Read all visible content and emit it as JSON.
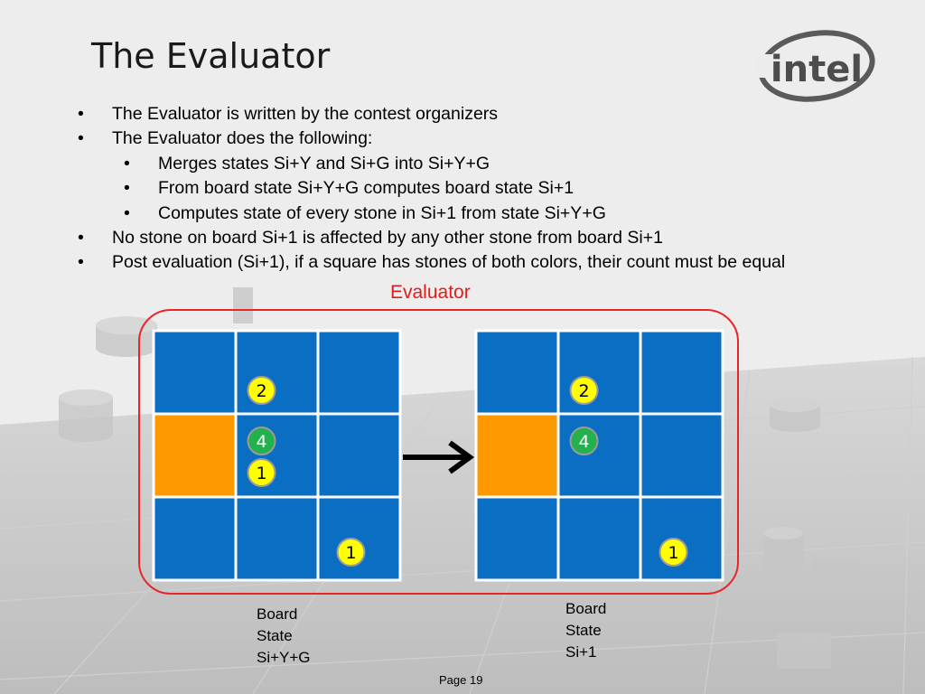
{
  "slide": {
    "title": "The Evaluator",
    "logo_text": "intel",
    "bullets": [
      {
        "level": 1,
        "marker": "•",
        "text": "The Evaluator is written by the contest organizers"
      },
      {
        "level": 1,
        "marker": "•",
        "text": "The Evaluator does the following:"
      },
      {
        "level": 2,
        "marker": "•",
        "text": "Merges states Si+Y and Si+G into Si+Y+G"
      },
      {
        "level": 2,
        "marker": "•",
        "text": "From board state Si+Y+G computes board state Si+1"
      },
      {
        "level": 2,
        "marker": "•",
        "text": "Computes state of every stone in Si+1 from state Si+Y+G"
      },
      {
        "level": 1,
        "marker": "•",
        "text": "No stone on board Si+1 is affected by any other stone from board Si+1"
      },
      {
        "level": 1,
        "marker": "•",
        "text": "Post evaluation (Si+1), if a square has stones of both colors, their count must be equal"
      }
    ],
    "evaluator_label": "Evaluator",
    "left_caption": [
      "Board",
      "State",
      "Si+Y+G"
    ],
    "right_caption": [
      "Board",
      "State",
      "Si+1"
    ],
    "page_label": "Page 19"
  },
  "boards": {
    "left": {
      "cells": [
        [
          "blue",
          "blue",
          "blue"
        ],
        [
          "orange",
          "blue",
          "blue"
        ],
        [
          "blue",
          "blue",
          "blue"
        ]
      ],
      "stones": [
        {
          "row": 0,
          "col": 1,
          "color": "yellow",
          "label": "2"
        },
        {
          "row": 1,
          "col": 1,
          "color": "green",
          "label": "4"
        },
        {
          "row": 1,
          "col": 1,
          "color": "yellow",
          "label": "1"
        },
        {
          "row": 2,
          "col": 2,
          "color": "yellow",
          "label": "1"
        }
      ]
    },
    "right": {
      "cells": [
        [
          "blue",
          "blue",
          "blue"
        ],
        [
          "orange",
          "blue",
          "blue"
        ],
        [
          "blue",
          "blue",
          "blue"
        ]
      ],
      "stones": [
        {
          "row": 0,
          "col": 1,
          "color": "yellow",
          "label": "2"
        },
        {
          "row": 1,
          "col": 1,
          "color": "green",
          "label": "4"
        },
        {
          "row": 2,
          "col": 2,
          "color": "yellow",
          "label": "1"
        }
      ]
    }
  },
  "colors": {
    "cell_blue": "#0a6fc2",
    "cell_orange": "#ff9900",
    "grid_line": "#ffffff",
    "stone_yellow": "#ffff00",
    "stone_green": "#22b14c",
    "stone_border": "#9b9b9b",
    "evaluator_red": "#e8262a",
    "arrow": "#000000"
  }
}
